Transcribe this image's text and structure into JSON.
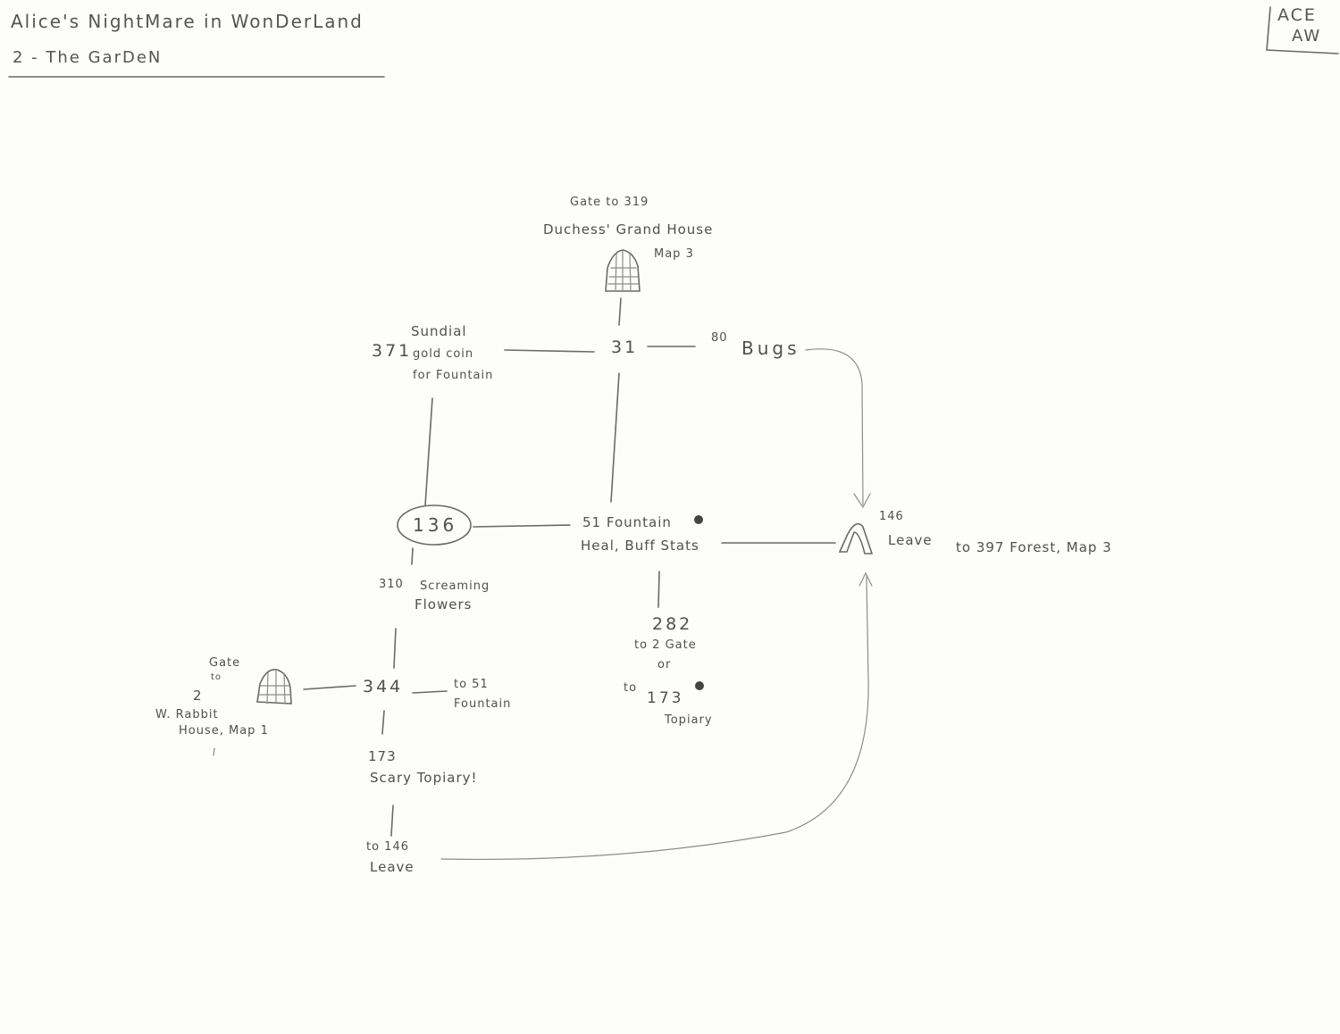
{
  "header": {
    "title": "Alice's NightMare in WonDerLand",
    "subtitle": "2 - The GarDeN",
    "initials_line1": "ACE",
    "initials_line2": "AW"
  },
  "nodes": {
    "gate319": {
      "line1": "Gate to 319",
      "line2": "Duchess' Grand House",
      "line3": "Map 3"
    },
    "n371": {
      "number": "371",
      "line1": "Sundial",
      "line2": "gold coin",
      "line3": "for Fountain"
    },
    "n31": {
      "number": "31"
    },
    "n80": {
      "number": "80",
      "label": "Bugs"
    },
    "n136": {
      "number": "136"
    },
    "n51": {
      "line1": "51 Fountain",
      "line2": "Heal, Buff Stats"
    },
    "n146": {
      "number": "146",
      "line1": "Leave",
      "line2": "to 397 Forest, Map 3"
    },
    "n310": {
      "number": "310",
      "line1": "Screaming",
      "line2": "Flowers"
    },
    "n282": {
      "number": "282",
      "line1": "to 2 Gate",
      "line2": "or",
      "line3_prefix": "to",
      "line3_num": "173",
      "line4": "Topiary"
    },
    "gate2": {
      "line1": "Gate",
      "line2": "to",
      "line3": "2",
      "line4": "W. Rabbit",
      "line5": "House, Map 1"
    },
    "n344": {
      "number": "344",
      "line1": "to 51",
      "line2": "Fountain"
    },
    "n173": {
      "number": "173",
      "line1": "Scary Topiary!"
    },
    "leave146": {
      "line1": "to 146",
      "line2": "Leave"
    }
  },
  "colors": {
    "ink": "#505050",
    "paper": "#fdfdfc"
  }
}
